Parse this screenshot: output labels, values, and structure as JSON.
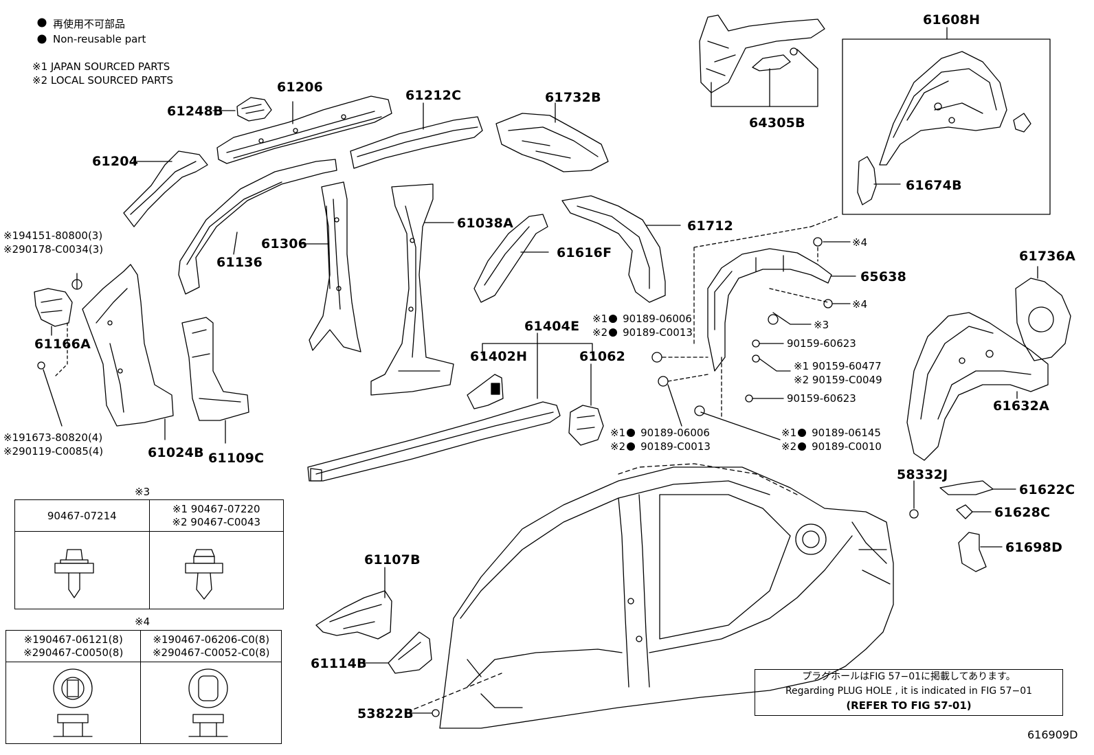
{
  "legend": {
    "non_reusable_ja": "再使用不可部品",
    "non_reusable_en": "Non-reusable part",
    "note1": "※1 JAPAN SOURCED PARTS",
    "note2": "※2 LOCAL SOURCED PARTS"
  },
  "parts": {
    "p61206": "61206",
    "p61248B": "61248B",
    "p61212C": "61212C",
    "p61732B": "61732B",
    "p64305B": "64305B",
    "p61608H": "61608H",
    "p61204": "61204",
    "p61674B": "61674B",
    "p61038A": "61038A",
    "p61712": "61712",
    "p61306": "61306",
    "p61616F": "61616F",
    "p61136": "61136",
    "p65638": "65638",
    "p61736A": "61736A",
    "p61166A": "61166A",
    "p61404E": "61404E",
    "p61402H": "61402H",
    "p61062": "61062",
    "p61632A": "61632A",
    "p61024B": "61024B",
    "p61109C": "61109C",
    "p58332J": "58332J",
    "p61622C": "61622C",
    "p61628C": "61628C",
    "p61698D": "61698D",
    "p61107B": "61107B",
    "p61114B": "61114B",
    "p53822B": "53822B"
  },
  "fasteners": {
    "f1a": "※194151-80800(3)",
    "f1b": "※290178-C0034(3)",
    "f2a": "※191673-80820(4)",
    "f2b": "※290119-C0085(4)",
    "f3a": "※1",
    "f3a_pn": "90189-06006",
    "f3b": "※2",
    "f3b_pn": "90189-C0013",
    "f4": "90159-60623",
    "f5a": "※1 90159-60477",
    "f5b": "※2 90159-C0049",
    "f6": "90159-60623",
    "f7a": "※1",
    "f7a_pn": "90189-06006",
    "f7b": "※2",
    "f7b_pn": "90189-C0013",
    "f8a": "※1",
    "f8a_pn": "90189-06145",
    "f8b": "※2",
    "f8b_pn": "90189-C0010",
    "mark3": "※3",
    "mark4a": "※4",
    "mark4b": "※4"
  },
  "table3": {
    "heading": "※3",
    "col1": "90467-07214",
    "col2a": "※1 90467-07220",
    "col2b": "※2 90467-C0043"
  },
  "table4": {
    "heading": "※4",
    "col1a": "※190467-06121(8)",
    "col1b": "※290467-C0050(8)",
    "col2a": "※190467-06206-C0(8)",
    "col2b": "※290467-C0052-C0(8)"
  },
  "plug_note": {
    "line1": "プラグホールはFIG 57−01に掲載してあります。",
    "line2": "Regarding PLUG HOLE , it is indicated in FIG 57−01",
    "line3": "(REFER TO FIG 57-01)"
  },
  "diagram_id": "616909D"
}
